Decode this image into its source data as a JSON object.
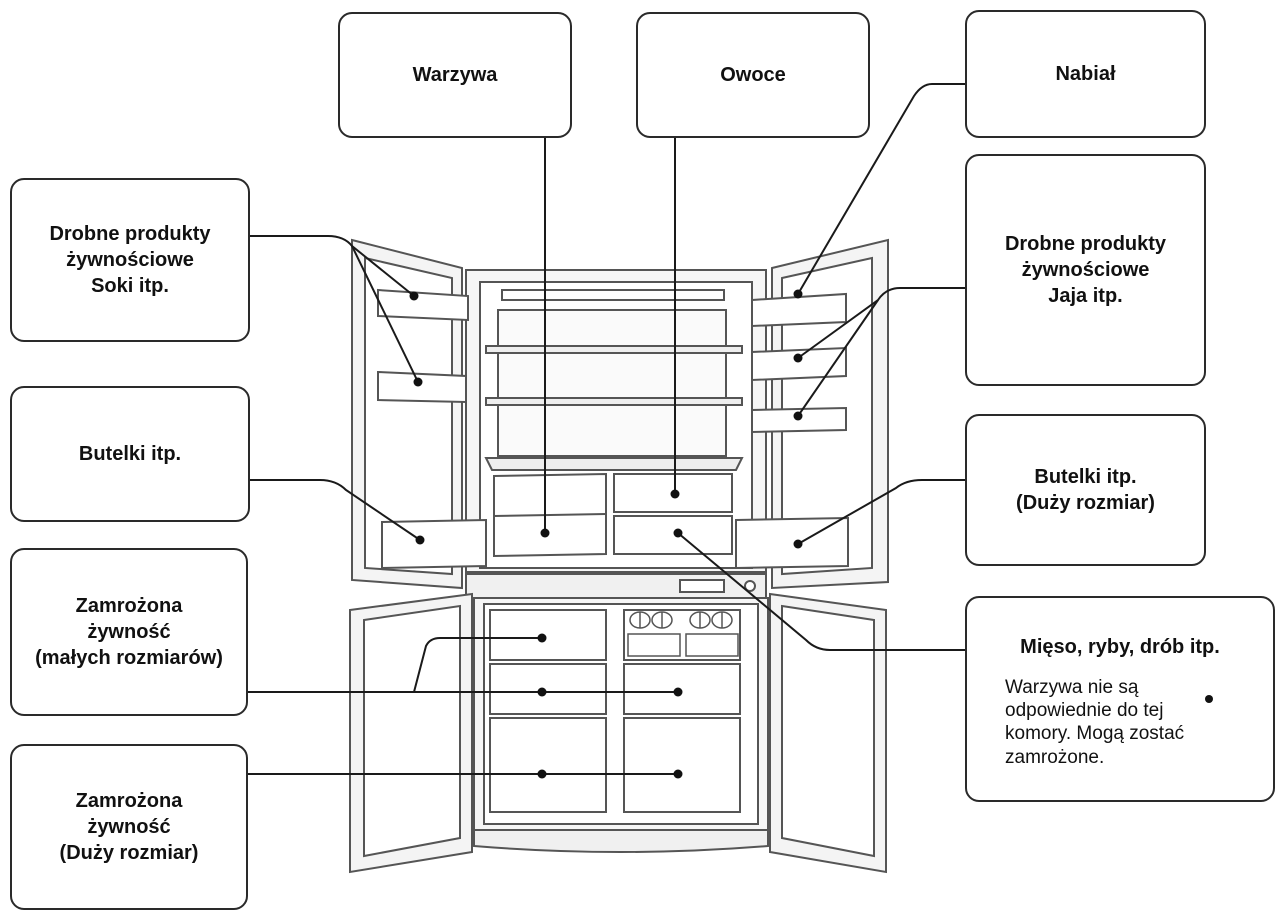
{
  "labels": {
    "warzywa": "Warzywa",
    "owoce": "Owoce",
    "nabial": "Nabiał",
    "drobne_soki": "Drobne produkty\nżywnościowe\nSoki itp.",
    "drobne_jaja": "Drobne produkty\nżywnościowe\nJaja itp.",
    "butelki": "Butelki itp.",
    "butelki_duze": "Butelki itp.\n(Duży rozmiar)",
    "zamrozona_male": "Zamrożona\nżywność\n(małych rozmiarów)",
    "zamrozona_duze": "Zamrożona\nżywność\n(Duży rozmiar)",
    "mieso_title": "Mięso, ryby, drób itp.",
    "mieso_note": "Warzywa nie są\nodpowiednie do tej\nkomory. Mogą zostać\nzamrożone."
  },
  "colors": {
    "line": "#1a1a1a",
    "fridge_stroke": "#555555",
    "fridge_fill": "#f4f4f4"
  }
}
